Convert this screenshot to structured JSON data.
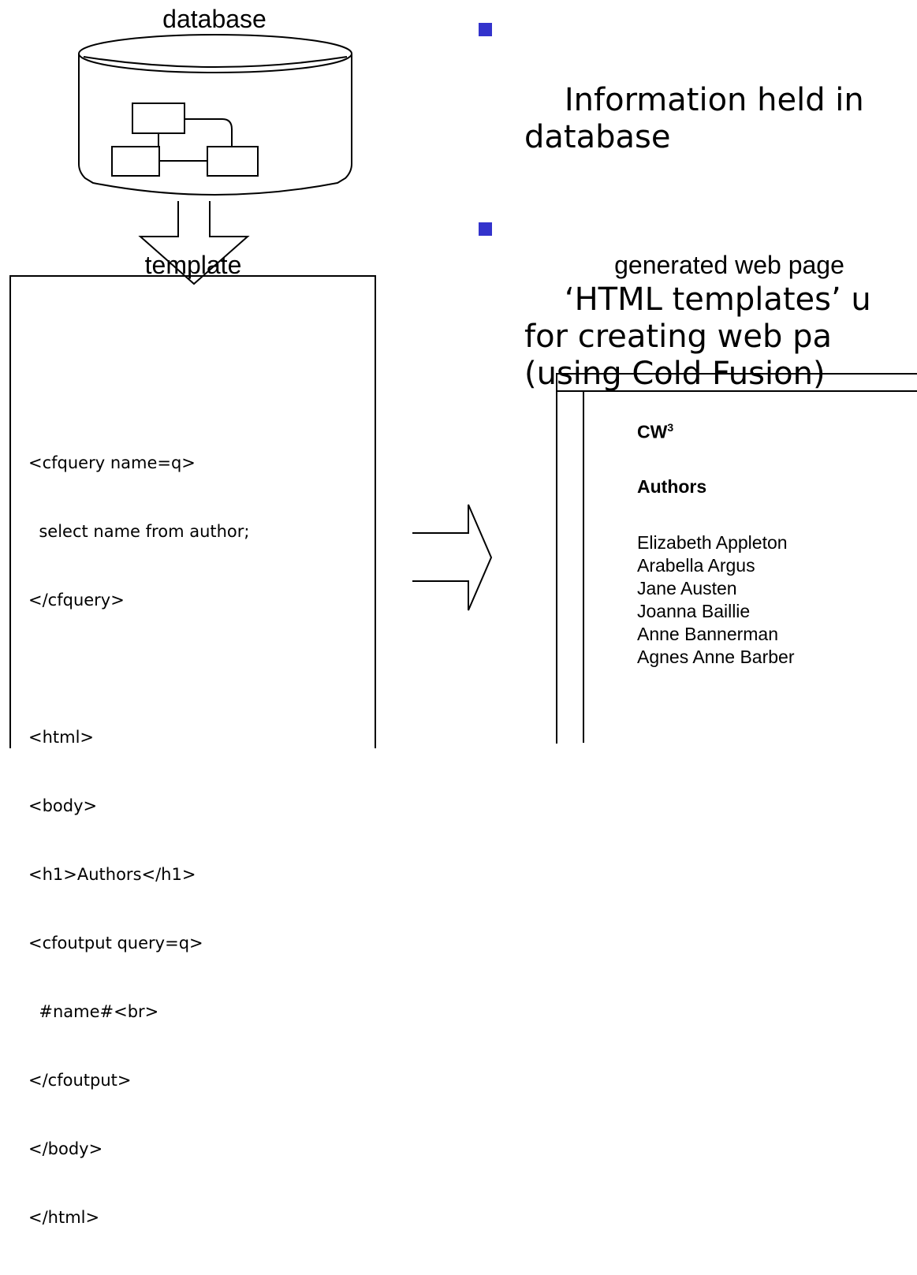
{
  "labels": {
    "database": "database",
    "template": "template",
    "generated": "generated web page"
  },
  "bullets": [
    {
      "text": "Information held in\ndatabase"
    },
    {
      "text": "‘HTML templates’ u\nfor creating web pa\n(using Cold Fusion)"
    }
  ],
  "colors": {
    "bullet": "#3333cc",
    "line": "#000000"
  },
  "code_lines": [
    "<cfquery name=q>",
    "  select name from author;",
    "</cfquery>",
    "",
    "<html>",
    "<body>",
    "<h1>Authors</h1>",
    "<cfoutput query=q>",
    "  #name#<br>",
    "</cfoutput>",
    "</body>",
    "</html>"
  ],
  "web_page": {
    "title_main": "CW",
    "title_sup": "3",
    "heading": "Authors",
    "authors": [
      "Elizabeth Appleton",
      "Arabella Argus",
      "Jane Austen",
      "Joanna Baillie",
      "Anne Bannerman",
      "Agnes Anne Barber"
    ]
  }
}
